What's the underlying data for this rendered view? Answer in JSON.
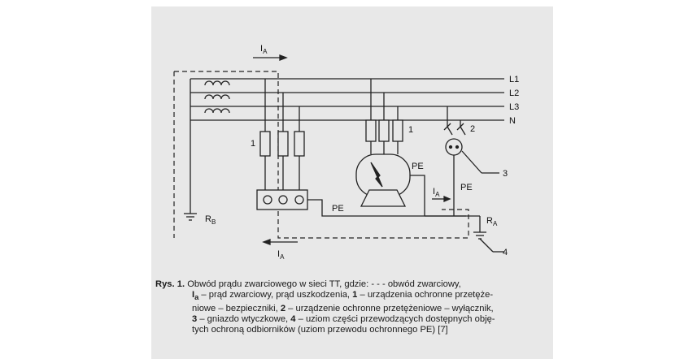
{
  "diagram": {
    "current_label_top": "I",
    "current_label_bottom": "I",
    "current_label_ra": "I",
    "current_sub": "A",
    "lines": [
      "L1",
      "L2",
      "L3",
      "N"
    ],
    "number_1_left": "1",
    "number_1_right": "1",
    "number_2": "2",
    "number_3": "3",
    "number_4": "4",
    "pe_motor": "PE",
    "pe_socket": "PE",
    "pe_bottom": "PE",
    "rb_main": "R",
    "rb_sub": "B",
    "ra_main": "R",
    "ra_sub": "A"
  },
  "caption": {
    "label": "Rys. 1.",
    "line1": "Obwód prądu zwarciowego w sieci TT, gdzie: - - - obwód zwarciowy,",
    "ia_main": "I",
    "ia_sub": "a",
    "line2_rest": " – prąd zwarciowy, prąd uszkodzenia, ",
    "n1": "1",
    "line2_end": " – urządzenia ochronne przetęże-",
    "line3_start": "niowe – bezpieczniki, ",
    "n2": "2",
    "line3_end": " – urządzenie ochronne przetężeniowe – wyłącznik,",
    "n3": "3",
    "line4_mid": " – gniazdo wtyczkowe, ",
    "n4": "4",
    "line4_end": " – uziom części przewodzących dostępnych obję-",
    "line5": "tych ochroną odbiorników (uziom przewodu ochronnego PE) [7]"
  }
}
